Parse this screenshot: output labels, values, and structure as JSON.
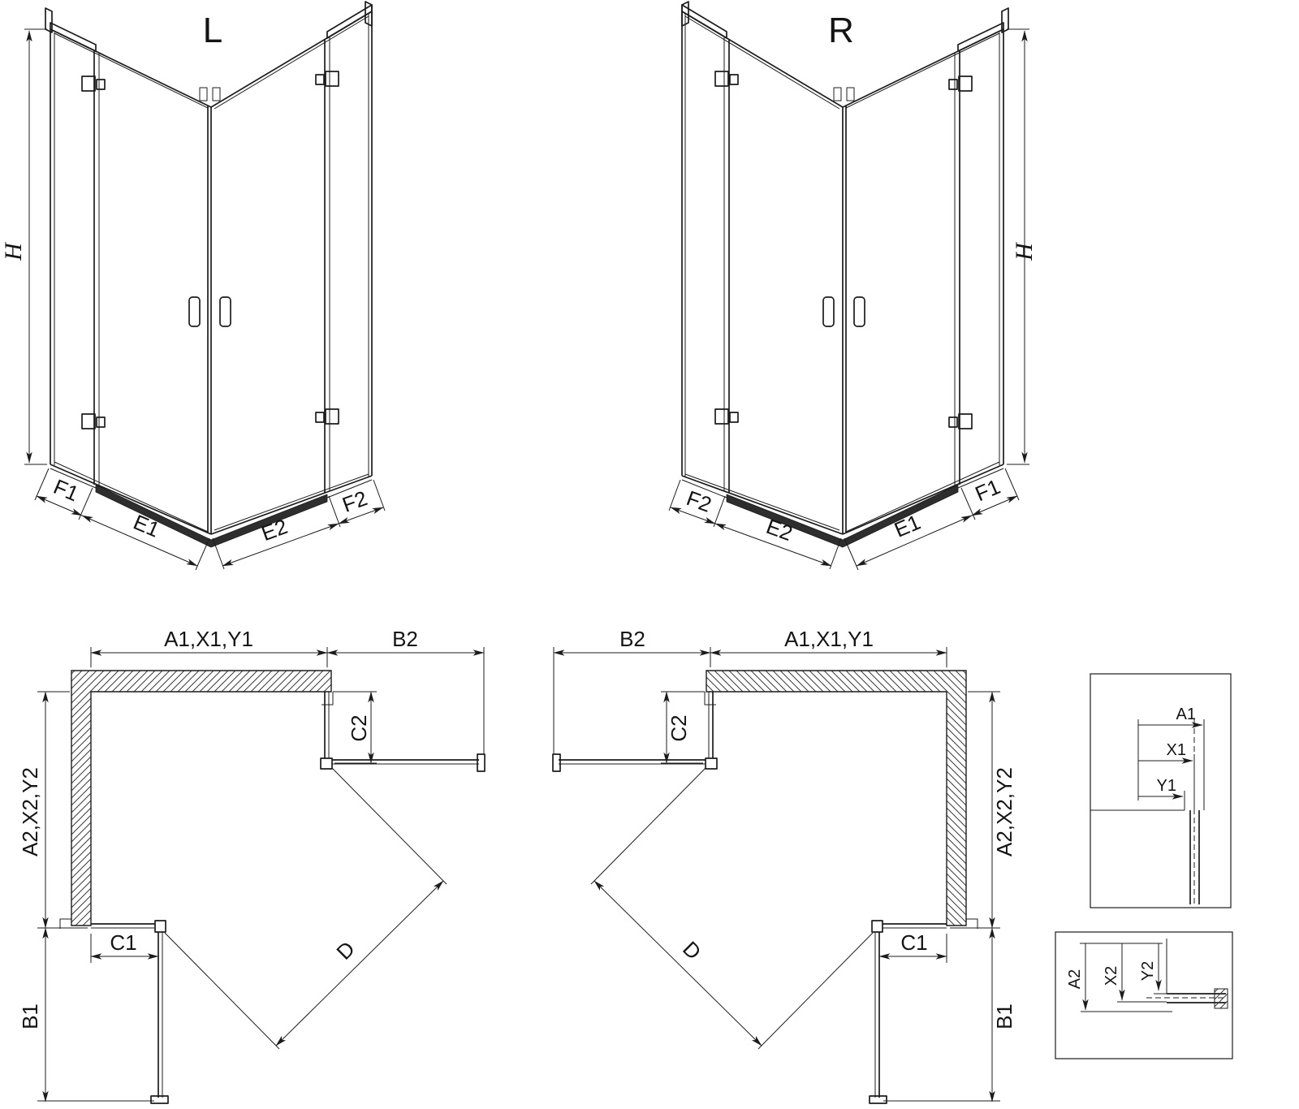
{
  "figure": {
    "iso_left": {
      "title": "L",
      "h": "H",
      "f1": "F1",
      "e1": "E1",
      "e2": "E2",
      "f2": "F2"
    },
    "iso_right": {
      "title": "R",
      "h": "H",
      "f1": "F1",
      "e1": "E1",
      "e2": "E2",
      "f2": "F2"
    },
    "plan_left": {
      "a1": "A1,X1,Y1",
      "b2": "B2",
      "c2": "C2",
      "a2": "A2,X2,Y2",
      "c1": "C1",
      "b1": "B1",
      "d": "D"
    },
    "plan_right": {
      "a1": "A1,X1,Y1",
      "b2": "B2",
      "c2": "C2",
      "a2": "A2,X2,Y2",
      "c1": "C1",
      "b1": "B1",
      "d": "D"
    },
    "detail_top": {
      "a1": "A1",
      "x1": "X1",
      "y1": "Y1"
    },
    "detail_bottom": {
      "a2": "A2",
      "x2": "X2",
      "y2": "Y2"
    }
  },
  "colors": {
    "line": "#1c1c1c",
    "background": "#ffffff",
    "rail": "#2e2e2e",
    "hatch": "#3a3a3a"
  }
}
